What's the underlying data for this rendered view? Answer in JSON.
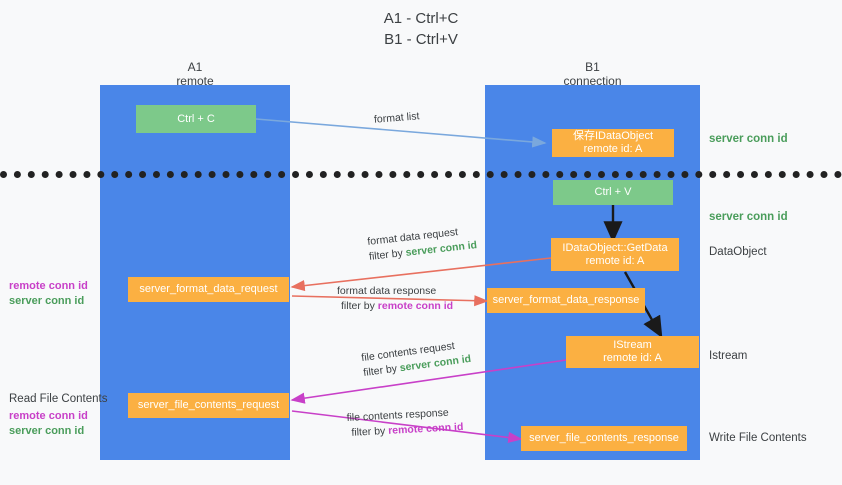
{
  "title": "A1 - Ctrl+C\nB1 - Ctrl+V",
  "colors": {
    "lane": "#4a86e8",
    "orange_node": "#fbb042",
    "green_node": "#7dc98a",
    "server_conn_green": "#4a9d5b",
    "remote_conn_magenta": "#c840c8",
    "background": "#f8f9fa",
    "divider": "#222222"
  },
  "columns": {
    "left": {
      "header": "A1\nremote"
    },
    "right": {
      "header": "B1\nconnection"
    }
  },
  "nodes": {
    "ctrl_c": "Ctrl + C",
    "ctrl_v": "Ctrl + V",
    "save_dataobject": "保存IDataObject\nremote id: A",
    "getdata": "IDataObject::GetData\nremote id: A",
    "istream": "IStream\nremote id: A",
    "format_data_request": "server_format_data_request",
    "format_data_response": "server_format_data_response",
    "file_contents_request": "server_file_contents_request",
    "file_contents_response": "server_file_contents_response"
  },
  "right_labels": {
    "server_conn_id_top": "server conn id",
    "server_conn_id_mid": "server conn id",
    "dataobject": "DataObject",
    "istream": "Istream",
    "write_file_contents": "Write File Contents"
  },
  "left_labels": {
    "read_file_contents": "Read File Contents",
    "remote_conn_id": "remote conn id",
    "server_conn_id": "server conn id"
  },
  "arrow_labels": {
    "format_list": "format list",
    "format_data_request": "format data request",
    "format_data_request_filter_pre": "filter by ",
    "format_data_request_filter_key": "server conn id",
    "format_data_response": "format data response",
    "format_data_response_filter_pre": "filter by ",
    "format_data_response_filter_key": "remote conn id",
    "file_contents_request": "file contents request",
    "file_contents_request_filter_pre": "filter by ",
    "file_contents_request_filter_key": "server conn id",
    "file_contents_response": "file contents response",
    "file_contents_response_filter_pre": "filter by ",
    "file_contents_response_filter_key": "remote conn id"
  }
}
